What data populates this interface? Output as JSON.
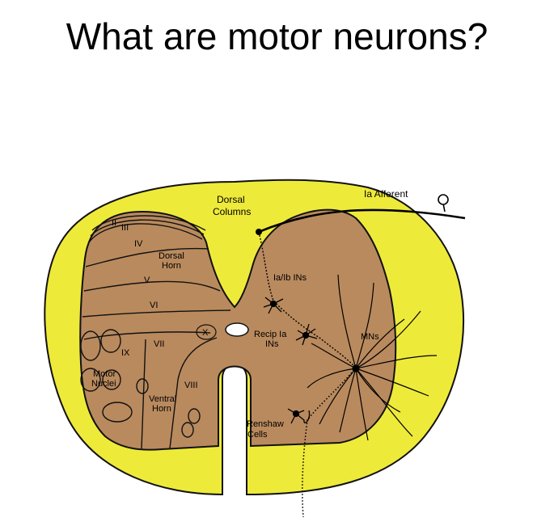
{
  "title": "What are motor neurons?",
  "colors": {
    "white_matter": "#EEEA3A",
    "gray_matter": "#B98A5E",
    "outline": "#111111"
  },
  "labels": {
    "dorsal_columns_line1": "Dorsal",
    "dorsal_columns_line2": "Columns",
    "ia_afferent": "Ia Afferent",
    "dorsal_horn_line1": "Dorsal",
    "dorsal_horn_line2": "Horn",
    "ventral_horn_line1": "Ventral",
    "ventral_horn_line2": "Horn",
    "motor_nuclei_line1": "Motor",
    "motor_nuclei_line2": "Nuclei",
    "ia_ib_ins": "Ia/Ib INs",
    "recip_ia_line1": "Recip Ia",
    "recip_ia_line2": "INs",
    "mns": "MNs",
    "renshaw_line1": "Renshaw",
    "renshaw_line2": "Cells"
  },
  "laminae": {
    "ii": "II",
    "iii": "III",
    "iv": "IV",
    "v": "V",
    "vi": "VI",
    "vii": "VII",
    "viii": "VIII",
    "ix": "IX",
    "x": "X"
  }
}
